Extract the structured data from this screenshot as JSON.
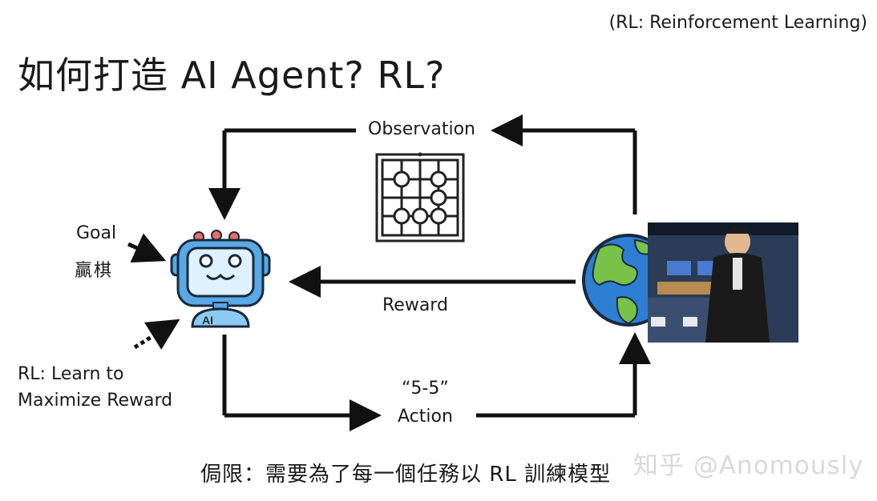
{
  "header": {
    "note": "(RL: Reinforcement Learning)",
    "title": "如何打造 AI Agent? RL?"
  },
  "diagram": {
    "observation_label": "Observation",
    "reward_label": "Reward",
    "action_quote": "“5-5”",
    "action_label": "Action",
    "goal_label": "Goal",
    "goal_text": "贏棋",
    "rl_line1": "RL: Learn to",
    "rl_line2": "Maximize Reward",
    "agent_badge": "AI"
  },
  "footer": {
    "limitation": "侷限：需要為了每一個任務以 RL 訓練模型"
  },
  "watermark": {
    "text": "知乎 @Anomously"
  },
  "icons": {
    "agent": "robot-icon",
    "environment": "globe-icon",
    "observation": "go-board-icon"
  },
  "colors": {
    "arrow": "#111111",
    "robot_body": "#58a9e6",
    "robot_outline": "#1a2a3c",
    "globe_ocean": "#2e7fd4",
    "globe_land": "#79c24a"
  }
}
